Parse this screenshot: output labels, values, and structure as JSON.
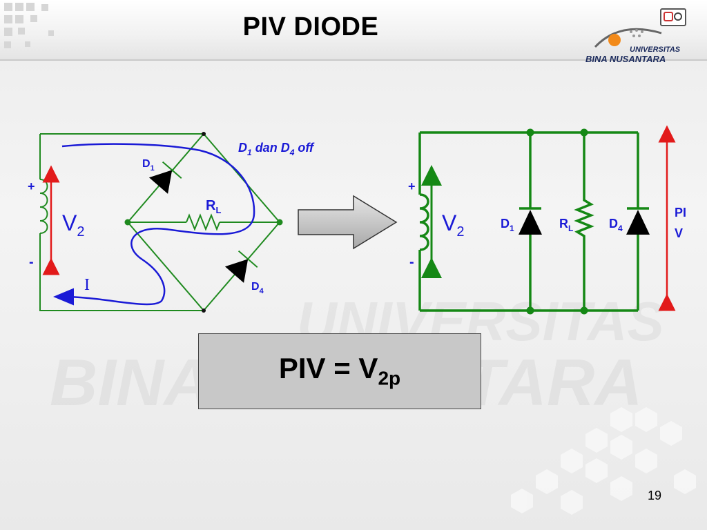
{
  "slide": {
    "title": "PIV DIODE",
    "page_number": "19"
  },
  "logo": {
    "line1": "UNIVERSITAS",
    "line2": "BINA NUSANTARA"
  },
  "watermark": {
    "line1": "UNIVERSITAS",
    "line2": "BINA NUSANTARA"
  },
  "left_circuit": {
    "annotation": "D",
    "annotation_sub1": "1",
    "annotation_mid": " dan D",
    "annotation_sub2": "4",
    "annotation_end": " off",
    "plus": "+",
    "minus": "-",
    "source": "V",
    "source_sub": "2",
    "d1": "D",
    "d1_sub": "1",
    "rl": "R",
    "rl_sub": "L",
    "d4": "D",
    "d4_sub": "4",
    "current": "I"
  },
  "right_circuit": {
    "plus": "+",
    "minus": "-",
    "source": "V",
    "source_sub": "2",
    "d1": "D",
    "d1_sub": "1",
    "rl": "R",
    "rl_sub": "L",
    "d4": "D",
    "d4_sub": "4",
    "piv_line1": "PI",
    "piv_line2": "V"
  },
  "formula": {
    "lhs": "PIV  = V",
    "sub": "2p"
  },
  "colors": {
    "wire": "#1f8a1f",
    "right_wire": "#158815",
    "annotation": "#1a1ad6",
    "arrow_red": "#e21a1a",
    "current_path": "#1a1ad6"
  }
}
